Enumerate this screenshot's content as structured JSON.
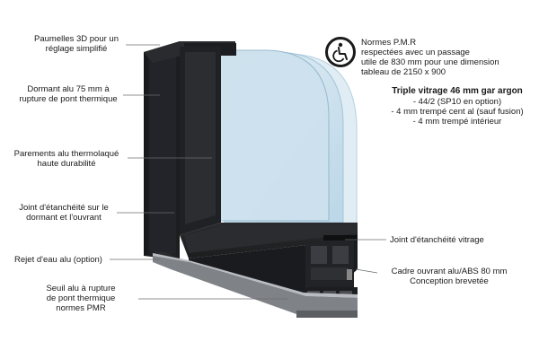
{
  "labels_left": [
    {
      "id": "paumelles",
      "text": "Paumelles 3D pour un\nréglage simplifié"
    },
    {
      "id": "dormant",
      "text": "Dormant alu 75 mm à\nrupture de pont thermique"
    },
    {
      "id": "parements",
      "text": "Parements alu thermolaqué\nhaute durabilité"
    },
    {
      "id": "joint-dormant",
      "text": "Joint d'étanchéité sur le\ndormant et l'ouvrant"
    },
    {
      "id": "rejet",
      "text": "Rejet d'eau alu (option)"
    },
    {
      "id": "seuil",
      "text": "Seuil alu à rupture\nde pont thermique\nnormes PMR"
    }
  ],
  "pmr": {
    "icon": "wheelchair-accessibility-icon",
    "text": "Normes P.M.R\nrespectées avec un passage\nutile de 830 mm pour une dimension\ntableau de 2150 x 900"
  },
  "vitrage": {
    "title": "Triple vitrage 46 mm gar argon",
    "details": "- 44/2 (SP10 en option)\n- 4 mm trempé cent al (sauf fusion)\n- 4 mm trempé intérieur"
  },
  "labels_right": [
    {
      "id": "joint-vitrage",
      "text": "Joint d'étanchéité vitrage"
    },
    {
      "id": "cadre",
      "text": "Cadre ouvrant alu/ABS 80 mm\nConception brevetée"
    }
  ],
  "colors": {
    "frame_dark": "#1e1f21",
    "frame_mid": "#2b2c2f",
    "frame_light": "#3a3b3f",
    "glass": "#cfe3ef",
    "glass_edge": "#9fc0d6",
    "line": "#6b6b6b"
  }
}
